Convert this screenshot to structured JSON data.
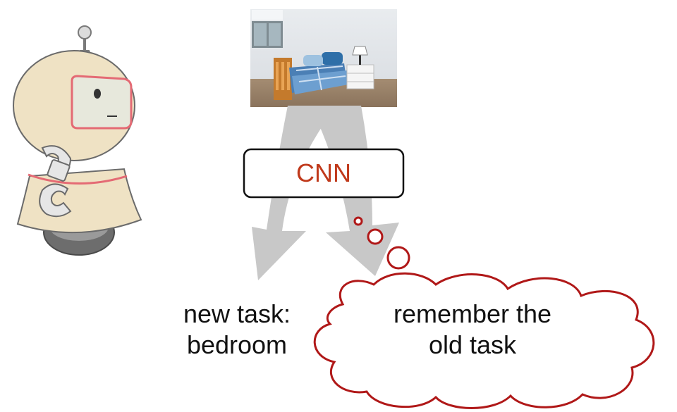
{
  "diagram": {
    "cnn_box": {
      "label": "CNN"
    },
    "new_task": {
      "line1": "new task:",
      "line2": "bedroom"
    },
    "thought": {
      "line1": "remember the",
      "line2": "old task"
    }
  },
  "colors": {
    "cnn_text": "#c0391b",
    "thought_outline": "#b01818",
    "arrow": "#c8c8c8",
    "robot_body": "#efe2c4",
    "robot_accent": "#e46a74"
  }
}
